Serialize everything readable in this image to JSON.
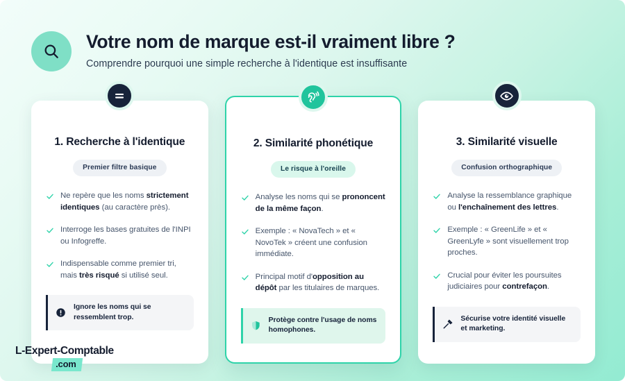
{
  "header": {
    "icon": "search-icon",
    "title": "Votre nom de marque est-il vraiment libre ?",
    "subtitle": "Comprendre pourquoi une simple recherche à l'identique est insuffisante"
  },
  "colors": {
    "accent_teal": "#2ed3a9",
    "icon_teal": "#20c49c",
    "dark": "#17233a",
    "badge_mint": "#7fdfc6",
    "bg_light": "#f2fdfa",
    "bg_deep": "#93ebd2",
    "check_green": "#2ed3a9",
    "pill_grey": "#eef1f5",
    "pill_mint": "#d9f7ec",
    "note_grey": "#f4f5f7",
    "note_mint": "#dff6ec"
  },
  "cards": [
    {
      "icon": "equals-icon",
      "icon_style": "dark",
      "highlight": false,
      "title": "1. Recherche à l'identique",
      "pill": "Premier filtre basique",
      "pill_style": "grey",
      "bullets": [
        [
          {
            "t": "Ne repère que les noms ",
            "b": false
          },
          {
            "t": "strictement identiques",
            "b": true
          },
          {
            "t": " (au caractère près).",
            "b": false
          }
        ],
        [
          {
            "t": "Interroge les bases gratuites de l'INPI ou Infogreffe.",
            "b": false
          }
        ],
        [
          {
            "t": "Indispensable comme premier tri, mais ",
            "b": false
          },
          {
            "t": "très risqué",
            "b": true
          },
          {
            "t": " si utilisé seul.",
            "b": false
          }
        ]
      ],
      "note": {
        "icon": "exclamation-circle-icon",
        "style": "grey",
        "text": "Ignore les noms qui se ressemblent trop."
      }
    },
    {
      "icon": "ear-hearing-icon",
      "icon_style": "teal",
      "highlight": true,
      "title": "2. Similarité phonétique",
      "pill": "Le risque à l'oreille",
      "pill_style": "mint",
      "bullets": [
        [
          {
            "t": "Analyse les noms qui se ",
            "b": false
          },
          {
            "t": "prononcent de la même façon",
            "b": true
          },
          {
            "t": ".",
            "b": false
          }
        ],
        [
          {
            "t": "Exemple : « NovaTech » et « NovoTek » créent une confusion immédiate.",
            "b": false
          }
        ],
        [
          {
            "t": "Principal motif d'",
            "b": false
          },
          {
            "t": "opposition au dépôt",
            "b": true
          },
          {
            "t": " par les titulaires de marques.",
            "b": false
          }
        ]
      ],
      "note": {
        "icon": "shield-icon",
        "style": "teal",
        "text": "Protège contre l'usage de noms homophones."
      }
    },
    {
      "icon": "eye-icon",
      "icon_style": "dark",
      "highlight": false,
      "title": "3. Similarité visuelle",
      "pill": "Confusion orthographique",
      "pill_style": "grey",
      "bullets": [
        [
          {
            "t": "Analyse la ressemblance graphique ou ",
            "b": false
          },
          {
            "t": "l'enchaînement des lettres",
            "b": true
          },
          {
            "t": ".",
            "b": false
          }
        ],
        [
          {
            "t": "Exemple : « GreenLife » et « GreenLyfe » sont visuellement trop proches.",
            "b": false
          }
        ],
        [
          {
            "t": "Crucial pour éviter les poursuites judiciaires pour ",
            "b": false
          },
          {
            "t": "contrefaçon",
            "b": true
          },
          {
            "t": ".",
            "b": false
          }
        ]
      ],
      "note": {
        "icon": "gavel-icon",
        "style": "grey",
        "text": "Sécurise votre identité visuelle et marketing."
      }
    }
  ],
  "logo": {
    "main": "L-Expert-Comptable",
    "suffix": ".com"
  }
}
